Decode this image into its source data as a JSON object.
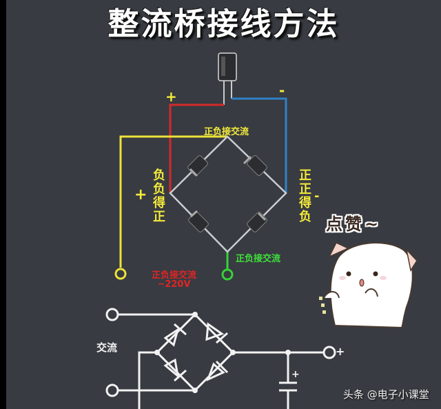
{
  "title": "整流桥接线方法",
  "top_diagram": {
    "component": "electrolytic-capacitor",
    "plus_label": "+",
    "minus_label": "-",
    "top_ac_label": "正负接交流",
    "bottom_ac_label": "正负接交流",
    "left_side_label": "负负得正",
    "left_sign": "+",
    "right_side_label": "正正得负",
    "right_sign": "-",
    "ac_input_label_line1": "正负接交流",
    "ac_input_label_line2": "~220V",
    "wire_colors": {
      "positive": "#d42a2a",
      "negative": "#2f82c8",
      "ac_left": "#ece33a",
      "ac_bottom": "#36d23a",
      "bridge": "#c8cdd2"
    }
  },
  "sticker": {
    "text": "点赞~",
    "character": "white-cat"
  },
  "schematic": {
    "ac_label": "交流",
    "output_plus": "+",
    "capacitor_plus": "+"
  },
  "watermark": "头条 @电子小课堂"
}
